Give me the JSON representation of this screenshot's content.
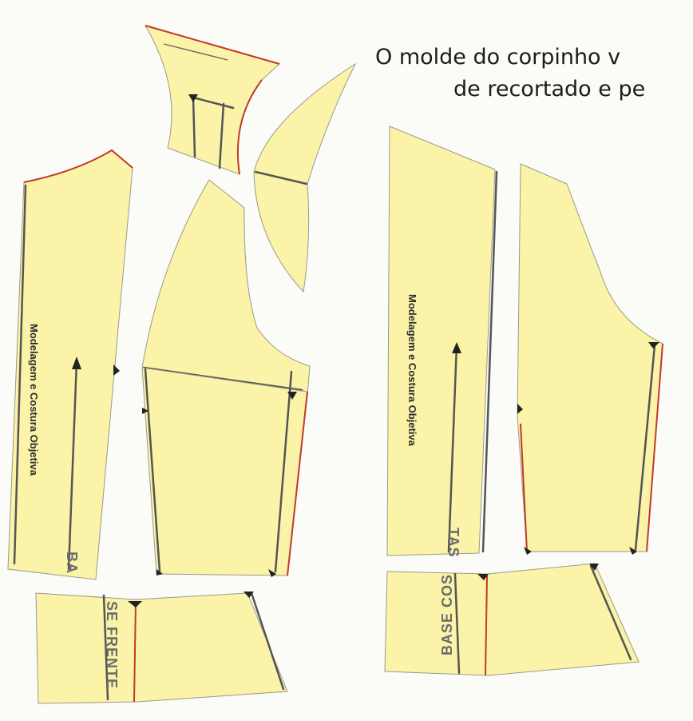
{
  "caption": {
    "line1": "O molde do corpinho v",
    "line2": "de recortado e pe"
  },
  "piece_labels": {
    "watermark_left": "Modelagem e Costura Objetiva",
    "watermark_right": "Modelagem e Costura Objetiva",
    "left_sleeve_mark": "BA",
    "front_skirt_mark": "SE FRENTE",
    "back_bodice_mark": "TAS",
    "back_skirt_mark": "BASE COS"
  },
  "colors": {
    "paper": "#fbf3a8",
    "cut_edge": "#c0392b",
    "pencil": "#555555"
  }
}
